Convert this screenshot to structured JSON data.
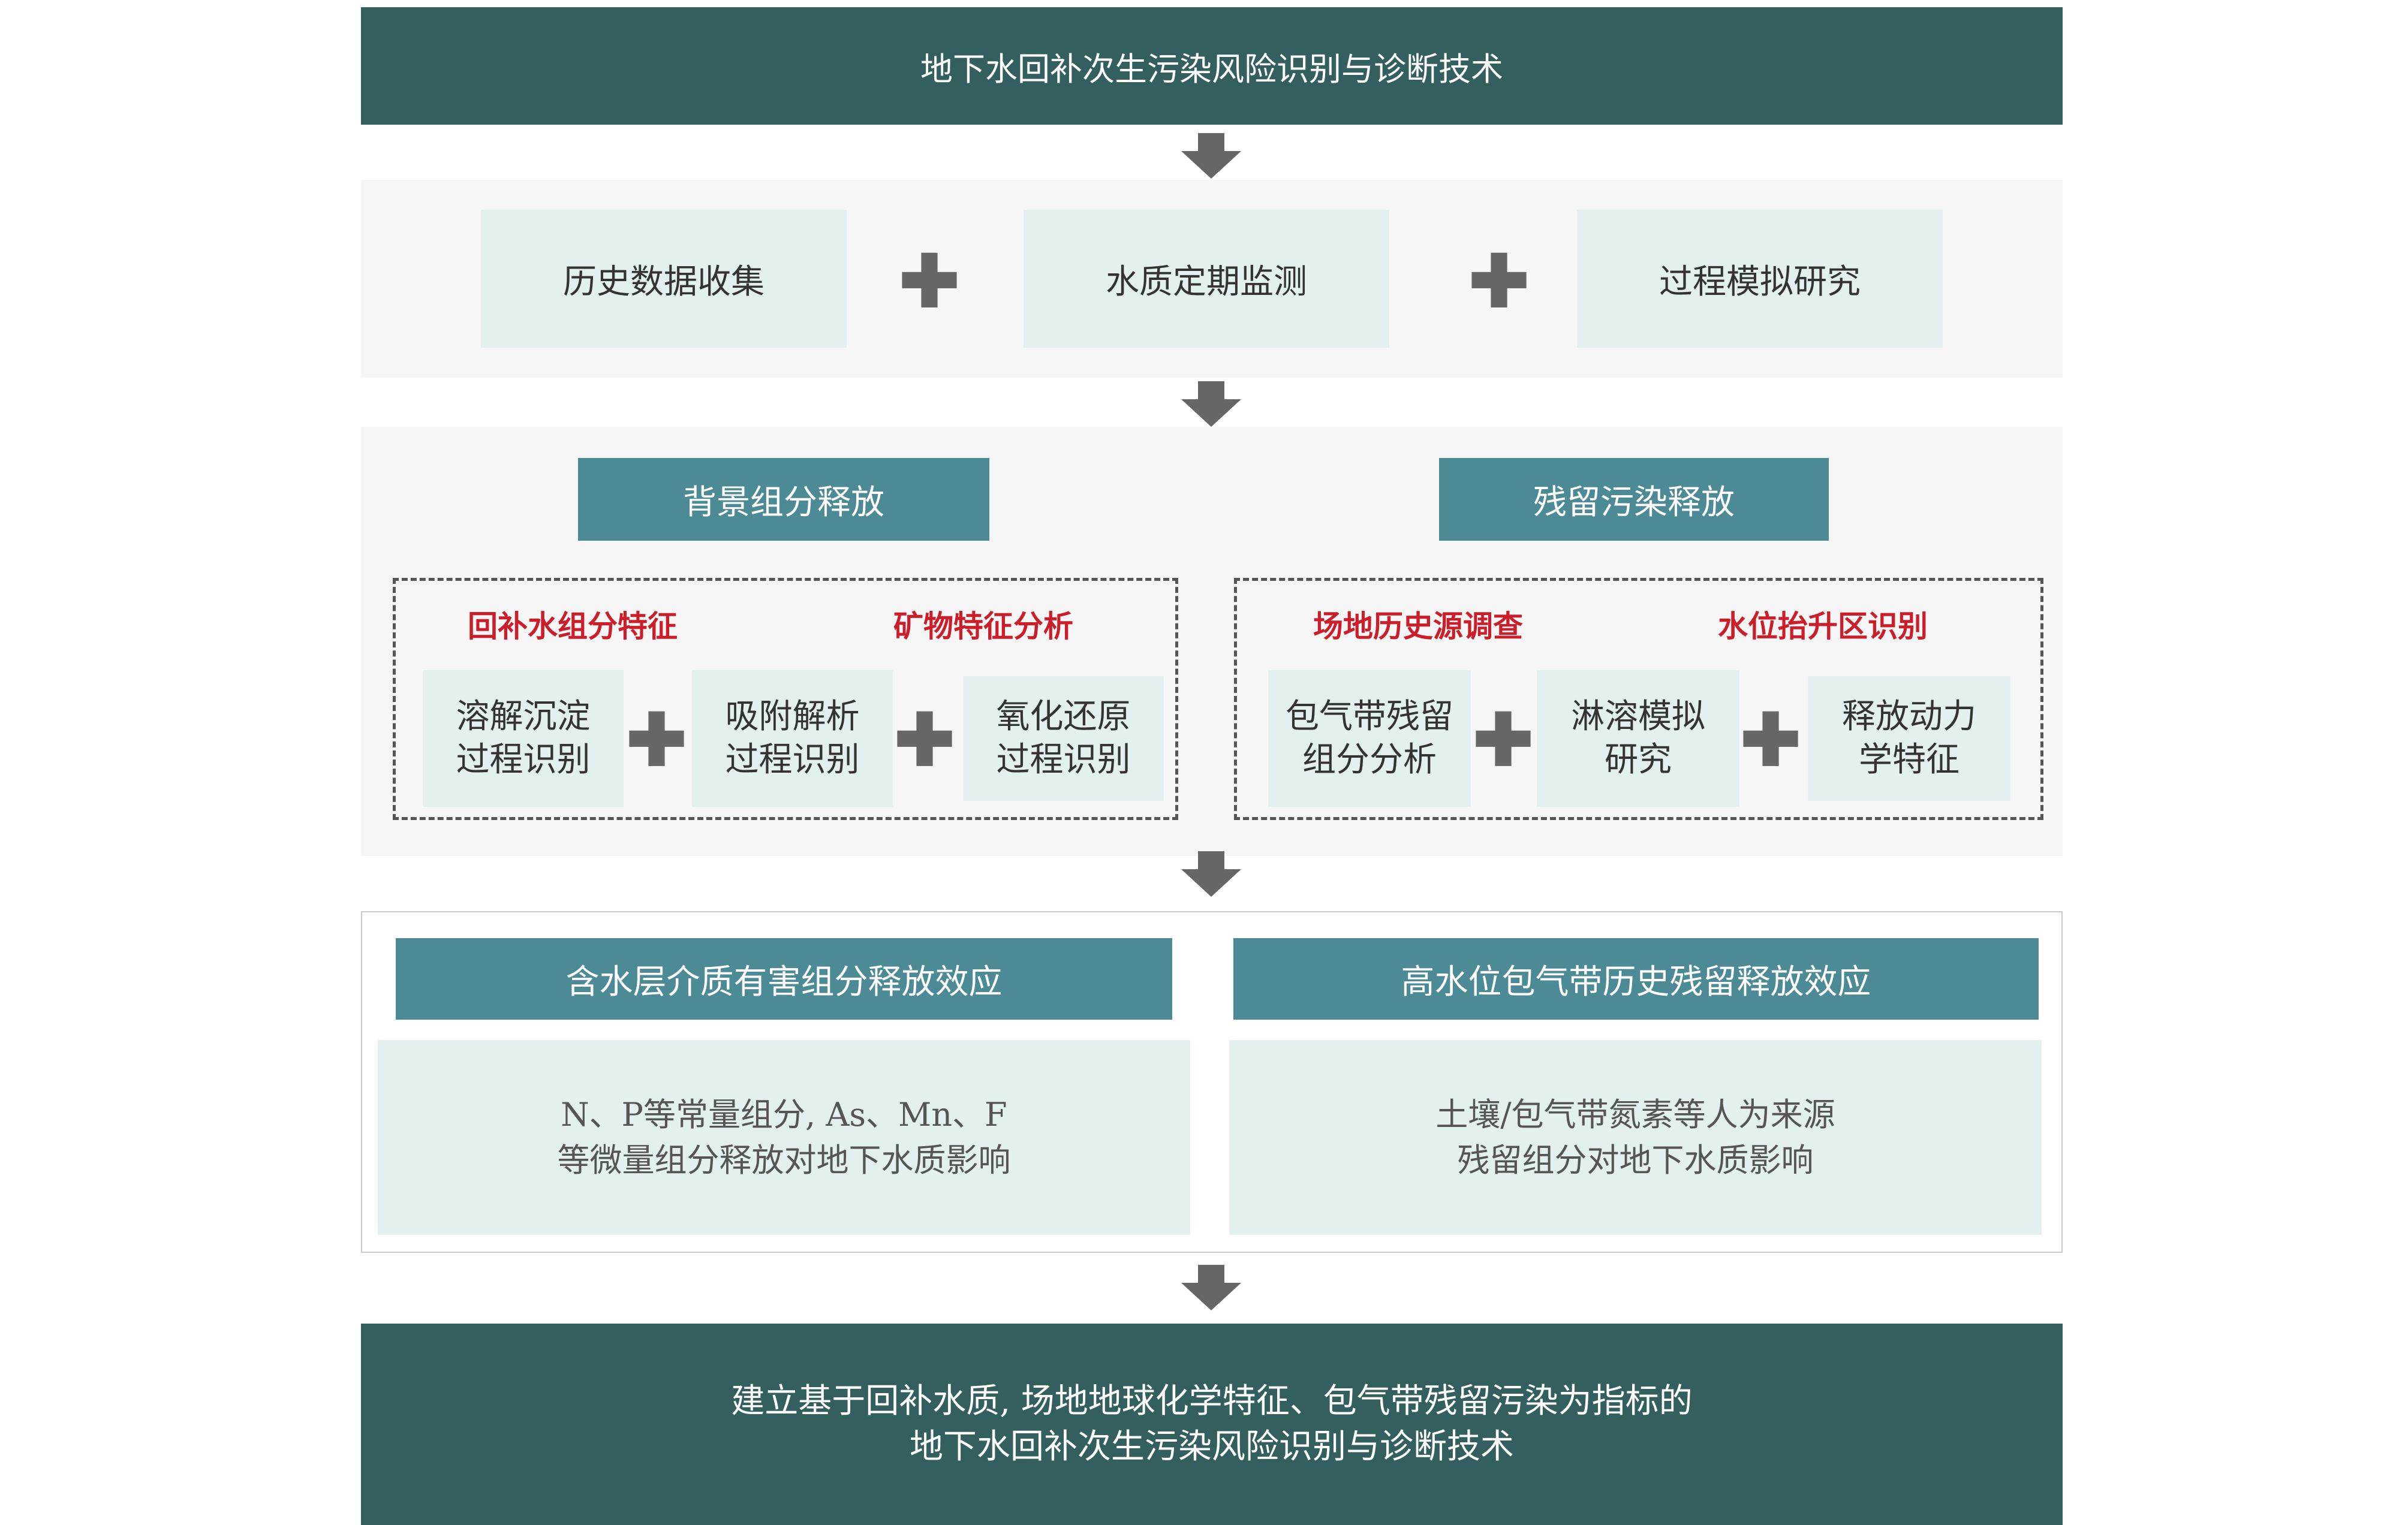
{
  "top": {
    "title": "地下水回补次生污染风险识别与诊断技术"
  },
  "methods": {
    "items": [
      "历史数据收集",
      "水质定期监测",
      "过程模拟研究"
    ],
    "plus_glyph": "✚"
  },
  "background": {
    "header": "背景组分释放",
    "sub_labels": [
      "回补水组分特征",
      "矿物特征分析"
    ],
    "items": [
      {
        "line1": "溶解沉淀",
        "line2": "过程识别"
      },
      {
        "line1": "吸附解析",
        "line2": "过程识别"
      },
      {
        "line1": "氧化还原",
        "line2": "过程识别"
      }
    ]
  },
  "residual": {
    "header": "残留污染释放",
    "sub_labels": [
      "场地历史源调查",
      "水位抬升区识别"
    ],
    "items": [
      {
        "line1": "包气带残留",
        "line2": "组分分析"
      },
      {
        "line1": "淋溶模拟",
        "line2": "研究"
      },
      {
        "line1": "释放动力",
        "line2": "学特征"
      }
    ]
  },
  "effects": {
    "left": {
      "header": "含水层介质有害组分释放效应",
      "line1": "N、P等常量组分, As、Mn、F",
      "line2": "等微量组分释放对地下水质影响"
    },
    "right": {
      "header": "高水位包气带历史残留释放效应",
      "line1": "土壤/包气带氮素等人为来源",
      "line2": "残留组分对地下水质影响"
    }
  },
  "final": {
    "line1": "建立基于回补水质, 场地地球化学特征、包气带残留污染为指标的",
    "line2": "地下水回补次生污染风险识别与诊断技术"
  },
  "colors": {
    "dark_green": "#335f5e",
    "teal": "#4c8a96",
    "pale_box": "#e3f0ef",
    "highlight_red": "#cc1e2a",
    "arrow_gray": "#666666"
  },
  "icons": {
    "flow_arrow": "down-arrow-icon",
    "plus": "plus-icon"
  }
}
